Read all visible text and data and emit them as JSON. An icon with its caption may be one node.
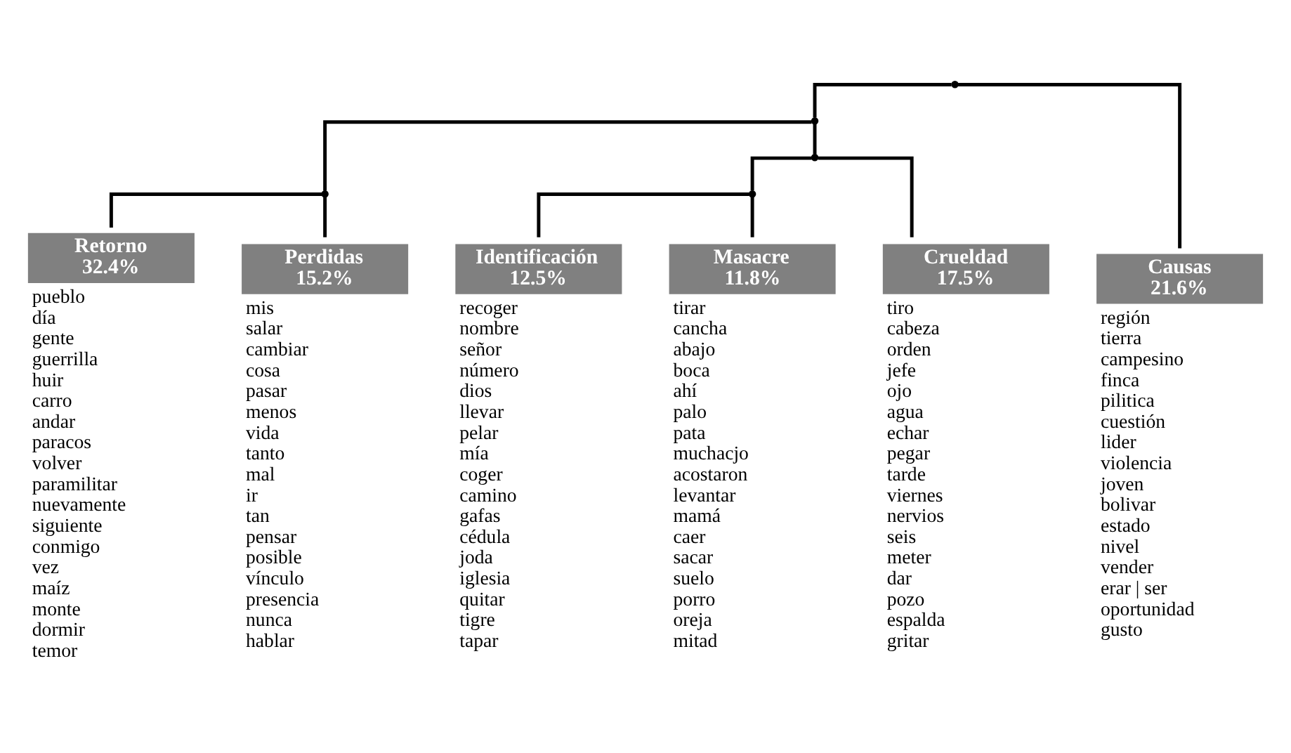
{
  "diagram": {
    "nodes": [
      {
        "text": [
          "Retorno",
          "32.4%"
        ],
        "beside": [
          "pueblo",
          "día",
          "gente",
          "guerrilla",
          "huir",
          "carro",
          "andar",
          "paracos",
          "volver",
          "paramilitar",
          "nuevamente",
          "siguiente",
          "conmigo",
          "vez",
          "maíz",
          "monte",
          "dormir",
          "temor"
        ]
      },
      {
        "text": [
          "Perdidas",
          "15.2%"
        ],
        "beside": [
          "mis",
          "salar",
          "cambiar",
          "cosa",
          "pasar",
          "menos",
          "vida",
          "tanto",
          "mal",
          "ir",
          "tan",
          "pensar",
          "posible",
          "vínculo",
          "presencia",
          "nunca",
          "hablar"
        ]
      },
      {
        "text": [
          "Identificación",
          "12.5%"
        ],
        "beside": [
          "recoger",
          "nombre",
          "señor",
          "número",
          "dios",
          "llevar",
          "pelar",
          "mía",
          "coger",
          "camino",
          "gafas",
          "cédula",
          "joda",
          "iglesia",
          "quitar",
          "tigre",
          "tapar"
        ]
      },
      {
        "text": [
          "Masacre",
          "11.8%"
        ],
        "beside": [
          "tirar",
          "cancha",
          "abajo",
          "boca",
          "ahí",
          "palo",
          "pata",
          "muchacjo",
          "acostaron",
          "levantar",
          "mamá",
          "caer",
          "sacar",
          "suelo",
          "porro",
          "oreja",
          "mitad"
        ]
      },
      {
        "text": [
          "Crueldad",
          "17.5%"
        ],
        "beside": [
          "tiro",
          "cabeza",
          "orden",
          "jefe",
          "ojo",
          "agua",
          "echar",
          "pegar",
          "tarde",
          "viernes",
          "nervios",
          "seis",
          "meter",
          "dar",
          "pozo",
          "espalda",
          "gritar"
        ]
      },
      {
        "text": [
          "Causas",
          "21.6%"
        ],
        "beside": [
          "región",
          "tierra",
          "campesino",
          "finca",
          "pilitica",
          "cuestión",
          "lider",
          "violencia",
          "joven",
          "bolivar",
          "estado",
          "nivel",
          "vender",
          "erar | ser",
          "oportunidad",
          "gusto"
        ]
      },
      {
        "text": [],
        "shape": "point"
      },
      {
        "text": [],
        "shape": "point"
      },
      {
        "text": [],
        "shape": "point"
      },
      {
        "text": [],
        "shape": "point"
      },
      {
        "text": [],
        "shape": "point"
      }
    ],
    "edges": [
      {
        "from": 6,
        "to": 7,
        "arrow": "none"
      },
      {
        "from": 6,
        "to": 5,
        "arrow": "none"
      },
      {
        "from": 7,
        "to": 8,
        "arrow": "none"
      },
      {
        "from": 7,
        "to": 9,
        "arrow": "none"
      },
      {
        "from": 8,
        "to": 0,
        "arrow": "none"
      },
      {
        "from": 8,
        "to": 1,
        "arrow": "none"
      },
      {
        "from": 9,
        "to": 10,
        "arrow": "none"
      },
      {
        "from": 9,
        "to": 4,
        "arrow": "none"
      },
      {
        "from": 10,
        "to": 2,
        "arrow": "none"
      },
      {
        "from": 10,
        "to": 3,
        "arrow": "none"
      }
    ]
  }
}
